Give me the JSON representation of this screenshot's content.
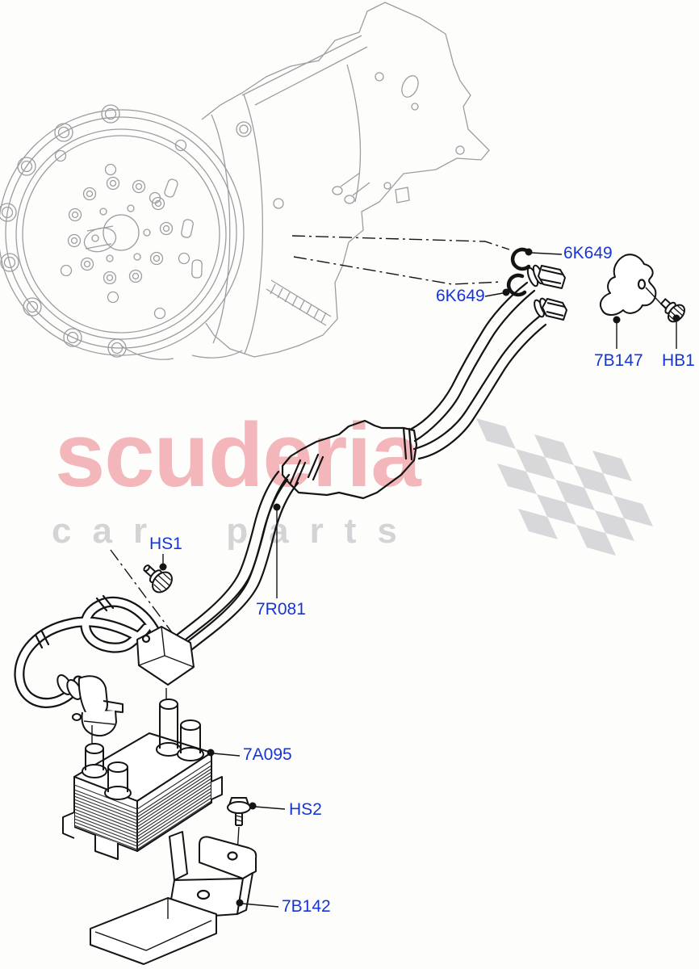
{
  "watermark": {
    "brand": "scuderia",
    "tagline": "car parts",
    "brand_color": "#f3b6ba",
    "tagline_color": "#d4d4d6",
    "flag_color": "#d8d8db"
  },
  "callouts": {
    "clip_upper": {
      "text": "6K649"
    },
    "clip_lower": {
      "text": "6K649"
    },
    "tube_bracket": {
      "text": "7B147"
    },
    "bolt_hb1": {
      "text": "HB1"
    },
    "bolt_hs1": {
      "text": "HS1"
    },
    "tube_assembly": {
      "text": "7R081"
    },
    "oil_cooler": {
      "text": "7A095"
    },
    "bolt_hs2": {
      "text": "HS2"
    },
    "cooler_bracket": {
      "text": "7B142"
    }
  },
  "colors": {
    "label_blue": "#1535d6",
    "part_line": "#141414",
    "assembly_line": "#9d9da1",
    "background": "#fdfdfb"
  }
}
